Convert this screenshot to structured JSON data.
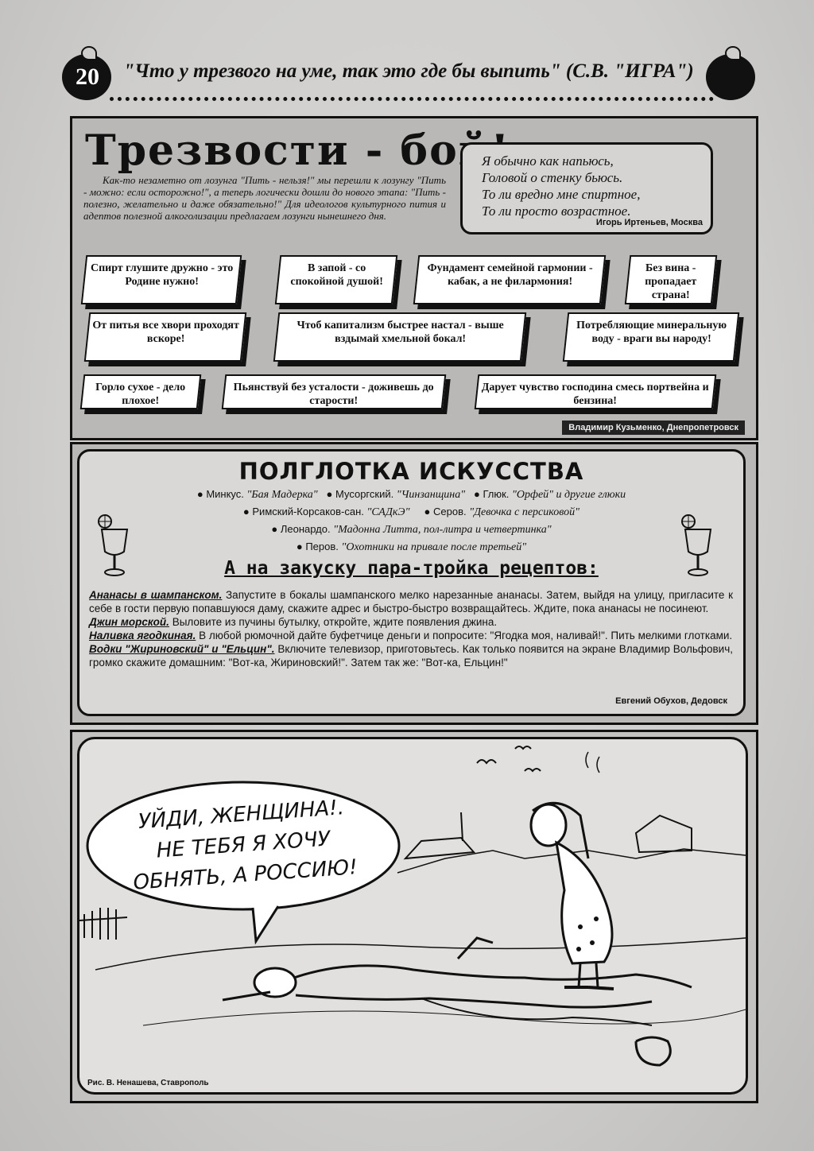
{
  "header": {
    "page_number": "20",
    "title": "\"Что у трезвого на уме, так это где бы выпить\" (С.В. \"ИГРА\")"
  },
  "sobriety": {
    "title": "Трезвости - бой!",
    "intro": "Как-то незаметно от лозунга \"Пить - нельзя!\" мы перешли к лозунгу \"Пить - можно: если осторожно!\", а теперь логически дошли до нового этапа: \"Пить - полезно, желательно и даже обязательно!\" Для идеологов культурного пития и адептов полезной алкоголизации предлагаем лозунги нынешнего дня.",
    "poem": {
      "lines": [
        "Я обычно как напьюсь,",
        "Головой о стенку бьюсь.",
        "То ли вредно мне спиртное,",
        "То ли просто возрастное."
      ],
      "author": "Игорь Иртеньев, Москва"
    },
    "slogans": [
      "Спирт глушите дружно - это Родине нужно!",
      "В запой - со спокойной душой!",
      "Фундамент семейной гармонии - кабак, а не филармония!",
      "Без вина - пропадает страна!",
      "От питья все хвори проходят вскоре!",
      "Чтоб капитализм быстрее настал - выше вздымай хмельной бокал!",
      "Потребляющие минеральную воду - враги вы народу!",
      "Горло сухое - дело плохое!",
      "Пьянствуй без усталости - доживешь до старости!",
      "Дарует чувство господина смесь портвейна и бензина!"
    ],
    "credit": "Владимир Кузьменко, Днепропетровск"
  },
  "art": {
    "title": "ПОЛГЛОТКА ИСКУССТВА",
    "lines": [
      [
        {
          "author": "Минкус.",
          "work": "\"Бая Мадерка\""
        },
        {
          "author": "Мусоргский.",
          "work": "\"Чинзанщина\""
        },
        {
          "author": "Глюк.",
          "work": "\"Орфей\" и другие глюки"
        }
      ],
      [
        {
          "author": "Римский-Корсаков-сан.",
          "work": "\"САДкЭ\""
        },
        {
          "author": "Серов.",
          "work": "\"Девочка с персиковой\""
        }
      ],
      [
        {
          "author": "Леонардо.",
          "work": "\"Мадонна Литта, пол-литра и четвертинка\""
        }
      ],
      [
        {
          "author": "Перов.",
          "work": "\"Охотники на привале после третьей\""
        }
      ]
    ],
    "recipes_title": "А на закуску пара-тройка рецептов:",
    "recipes": [
      {
        "name": "Ананасы в шампанском.",
        "text": "Запустите в бокалы шампанского мелко нарезанные ананасы. Затем, выйдя на улицу, пригласите к себе в гости первую попавшуюся даму, скажите адрес и быстро-быстро возвращайтесь. Ждите, пока ананасы не посинеют."
      },
      {
        "name": "Джин морской.",
        "text": "Выловите из пучины бутылку, откройте, ждите появления джина."
      },
      {
        "name": "Наливка ягодкиная.",
        "text": "В любой рюмочной дайте буфетчице деньги и попросите: \"Ягодка моя, наливай!\". Пить мелкими глотками."
      },
      {
        "name": "Водки \"Жириновский\" и \"Ельцин\".",
        "text": "Включите телевизор, приготовьтесь. Как только появится на экране Владимир Вольфович, громко скажите домашним: \"Вот-ка, Жириновский!\". Затем так же: \"Вот-ка, Ельцин!\""
      }
    ],
    "credit": "Евгений Обухов, Дедовск"
  },
  "cartoon": {
    "speech": [
      "УЙДИ, ЖЕНЩИНА!.",
      "НЕ ТЕБЯ Я ХОЧУ",
      "ОБНЯТЬ, А РОССИЮ!"
    ],
    "credit": "Рис. В. Ненашева, Ставрополь"
  }
}
